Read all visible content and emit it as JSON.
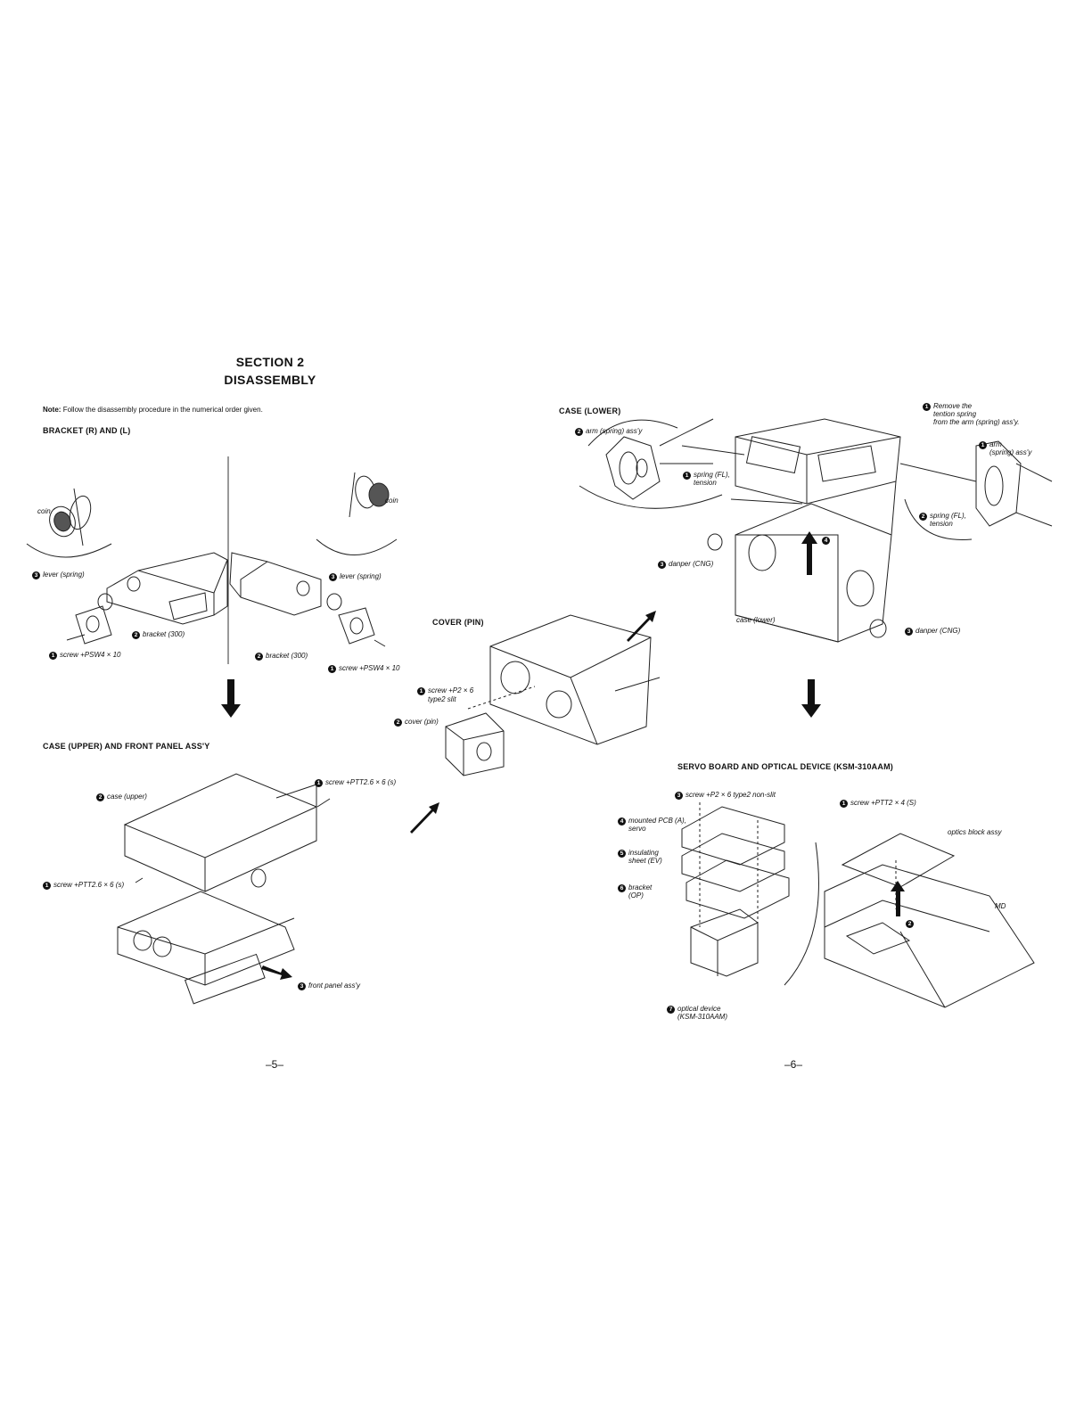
{
  "section": {
    "line1": "SECTION 2",
    "line2": "DISASSEMBLY"
  },
  "note": {
    "prefix": "Note:",
    "text": "Follow the disassembly procedure in the numerical order given."
  },
  "parts": {
    "bracket": {
      "title": "BRACKET (R) AND (L)",
      "labels": {
        "coin_left": "coin",
        "lever_left": "lever (spring)",
        "bracket_left": "bracket (300)",
        "screw_left": "screw +PSW4 × 10",
        "coin_right": "coin",
        "lever_right": "lever (spring)",
        "bracket_right": "bracket (300)",
        "screw_right": "screw +PSW4 × 10"
      }
    },
    "case_upper": {
      "title": "CASE (UPPER) AND FRONT PANEL ASS'Y",
      "labels": {
        "case_upper": "case (upper)",
        "screw_top": "screw +PTT2.6 × 6 (s)",
        "screw_left": "screw +PTT2.6 × 6 (s)",
        "front_panel": "front panel ass'y"
      }
    },
    "cover_pin": {
      "title": "COVER (PIN)",
      "labels": {
        "screw_1": "screw +P2 × 6",
        "screw_2": "type2 slit",
        "cover": "cover (pin)"
      }
    },
    "case_lower": {
      "title": "CASE (LOWER)",
      "labels": {
        "arm_left": "arm (spring) ass'y",
        "spring_left_1": "spring (FL),",
        "spring_left_2": "tension",
        "danper_left": "danper (CNG)",
        "case_lower": "case (lower)",
        "danper_right": "danper (CNG)",
        "remove_1": "Remove the",
        "remove_2": "tention spring",
        "remove_3": "from the arm (spring) ass'y.",
        "arm_right_1": "arm",
        "arm_right_2": "(spring) ass'y",
        "spring_right_1": "spring (FL),",
        "spring_right_2": "tension"
      }
    },
    "servo": {
      "title": "SERVO BOARD AND OPTICAL DEVICE (KSM-310AAM)",
      "labels": {
        "screw_nonslit": "screw +P2 × 6 type2 non-slit",
        "screw_s": "screw +PTT2 × 4 (S)",
        "pcb_1": "mounted PCB (A),",
        "pcb_2": "servo",
        "sheet_1": "insulating",
        "sheet_2": "sheet (EV)",
        "bracket_1": "bracket",
        "bracket_2": "(OP)",
        "optics": "optics block assy",
        "md": "MD",
        "optical_1": "optical device",
        "optical_2": "(KSM-310AAM)"
      }
    }
  },
  "steps": [
    "1",
    "2",
    "3",
    "4",
    "5",
    "6",
    "7"
  ],
  "page_numbers": {
    "left": "–5–",
    "right": "–6–"
  }
}
